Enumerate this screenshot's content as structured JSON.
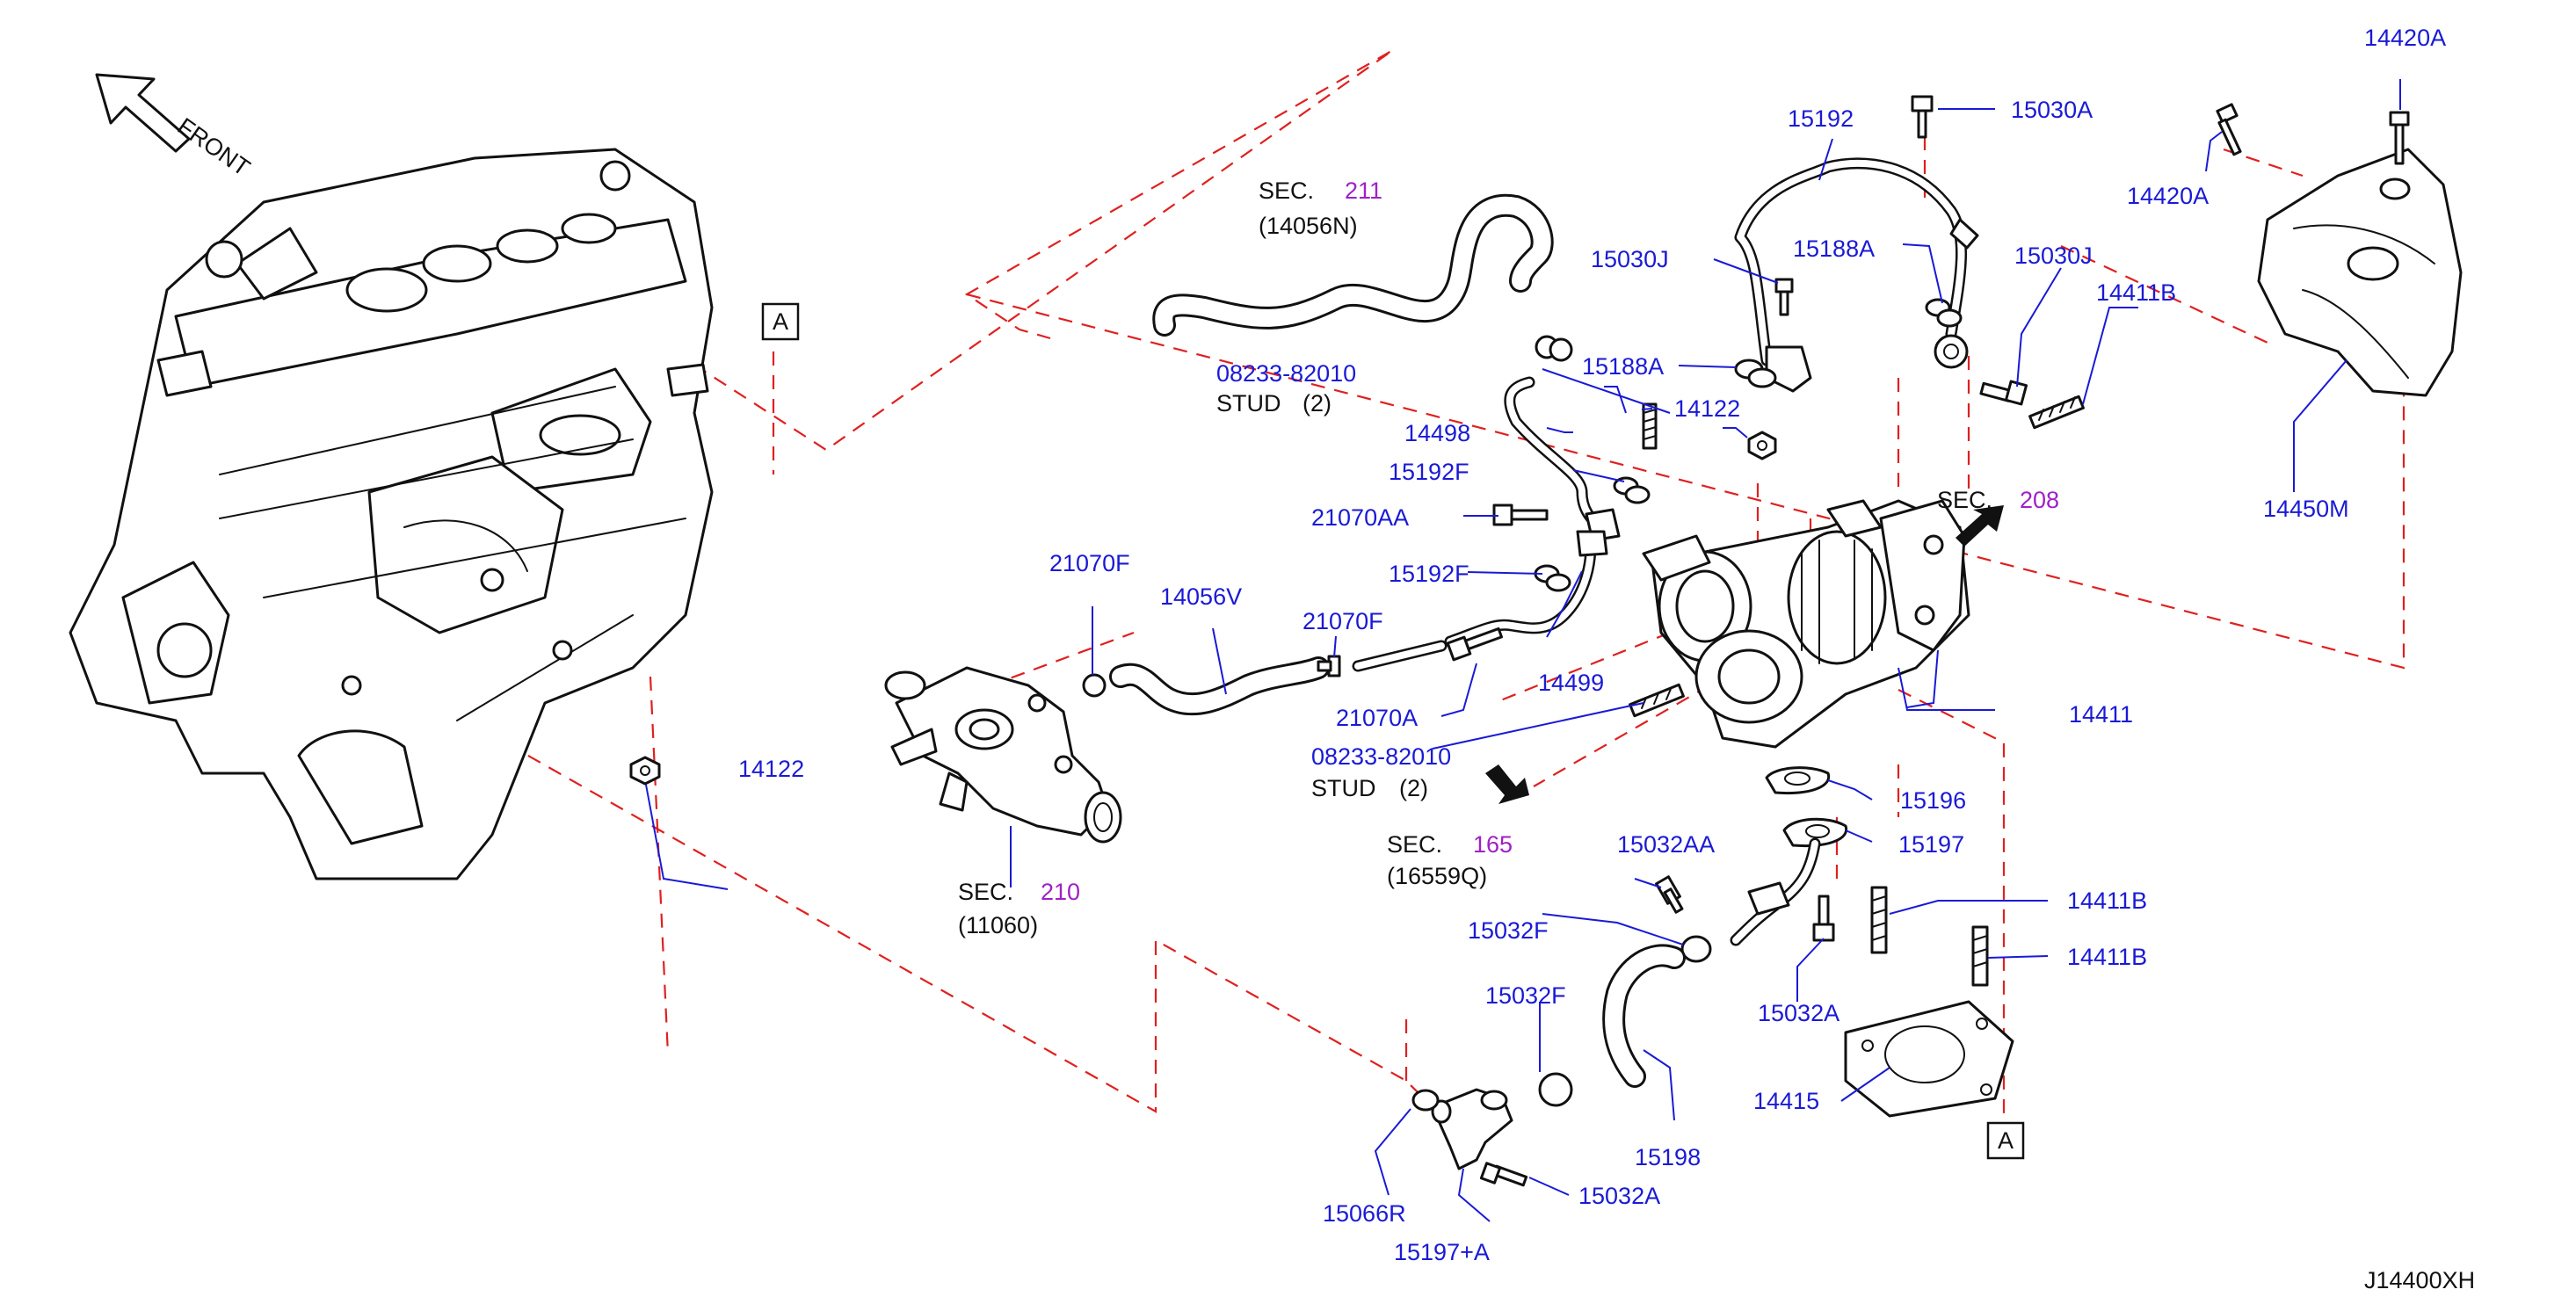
{
  "diagram_code": "J14400XH",
  "front_label": "FRONT",
  "reference_marker": "A",
  "section_word": "SEC.",
  "stud_word": "STUD",
  "sections": {
    "s211": {
      "num": "211",
      "sub": "(14056N)"
    },
    "s208": {
      "num": "208"
    },
    "s165": {
      "num": "165",
      "sub": "(16559Q)"
    },
    "s210": {
      "num": "210",
      "sub": "(11060)"
    }
  },
  "studs": {
    "upper": {
      "pn": "08233-82010",
      "qty": "(2)"
    },
    "lower": {
      "pn": "08233-82010",
      "qty": "(2)"
    }
  },
  "parts": {
    "p14420A_top": "14420A",
    "p14420A_left": "14420A",
    "p15030A": "15030A",
    "p15192": "15192",
    "p15030J_left": "15030J",
    "p15030J_right": "15030J",
    "p15188A_top": "15188A",
    "p15188A_mid": "15188A",
    "p14411B_top": "14411B",
    "p14450M": "14450M",
    "p14122_top": "14122",
    "p14498": "14498",
    "p15192F_top": "15192F",
    "p21070AA": "21070AA",
    "p15192F_mid": "15192F",
    "p21070F_left": "21070F",
    "p14056V": "14056V",
    "p21070F_mid": "21070F",
    "p14499": "14499",
    "p21070A": "21070A",
    "p14411": "14411",
    "p14122_left": "14122",
    "p15196": "15196",
    "p15197": "15197",
    "p15032AA": "15032AA",
    "p15032F_top": "15032F",
    "p14411B_mid": "14411B",
    "p14411B_low": "14411B",
    "p15032A_right": "15032A",
    "p15032F_low": "15032F",
    "p14415": "14415",
    "p15198": "15198",
    "p15032A_low": "15032A",
    "p15066R": "15066R",
    "p15197A": "15197+A"
  }
}
